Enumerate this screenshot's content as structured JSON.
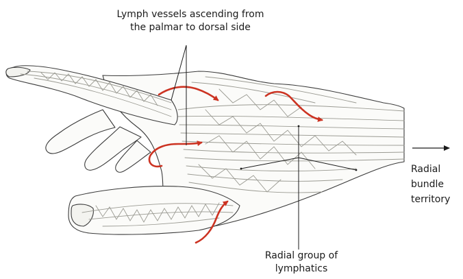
{
  "labels": {
    "lymph_vessels_line1": "Lymph vessels ascending from",
    "lymph_vessels_line2": "the palmar to dorsal side",
    "radial_group_line1": "Radial group of",
    "radial_group_line2": "lymphatics",
    "radial_bundle_line1": "Radial",
    "radial_bundle_line2": "bundle",
    "radial_bundle_line3": "territory"
  },
  "colors": {
    "arrow": "#cc3322",
    "vessel": "#9a9a92",
    "outline": "#3a3a3a",
    "leader": "#1a1a1a"
  }
}
